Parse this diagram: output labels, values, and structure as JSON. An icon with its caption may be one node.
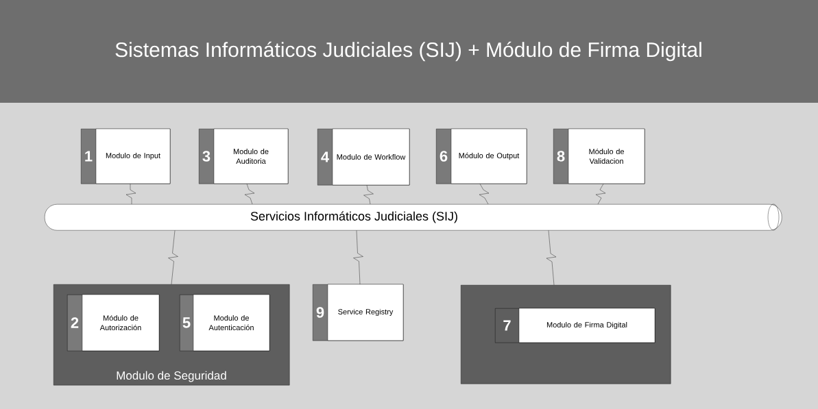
{
  "diagram": {
    "title": "Sistemas Informáticos Judiciales (SIJ) + Módulo de Firma Digital",
    "nodes": [
      {
        "text": [
          "1",
          "Modulo de Input"
        ]
      },
      {
        "text": [
          "3",
          "Modulo de Auditoria"
        ]
      },
      {
        "text": [
          "4",
          "Modulo de Workflow"
        ]
      },
      {
        "text": [
          "6",
          "Módulo de Output"
        ]
      },
      {
        "text": [
          "8",
          "Módulo de Validacion"
        ]
      },
      {
        "text": [
          "Servicios Informáticos Judiciales (SIJ)"
        ]
      },
      {
        "text": [
          "Modulo de Seguridad"
        ]
      },
      {
        "text": [
          "2",
          "Módulo de Autorización"
        ],
        "in": 6
      },
      {
        "text": [
          "5",
          "Modulo de Autenticación"
        ],
        "in": 6
      },
      {
        "text": [
          "9",
          "Service Registry"
        ]
      },
      {
        "text": [],
        "shape": "box"
      },
      {
        "text": [
          "7",
          "Modulo de Firma Digital"
        ],
        "in": 10
      }
    ],
    "edges": [
      {
        "from": 0,
        "to": 5,
        "arrow": "none"
      },
      {
        "from": 1,
        "to": 5,
        "arrow": "none"
      },
      {
        "from": 2,
        "to": 5,
        "arrow": "none"
      },
      {
        "from": 3,
        "to": 5,
        "arrow": "none"
      },
      {
        "from": 4,
        "to": 5,
        "arrow": "none"
      },
      {
        "from": 5,
        "to": 6,
        "arrow": "none"
      },
      {
        "from": 5,
        "to": 9,
        "arrow": "none"
      },
      {
        "from": 5,
        "to": 10,
        "arrow": "none"
      }
    ]
  }
}
